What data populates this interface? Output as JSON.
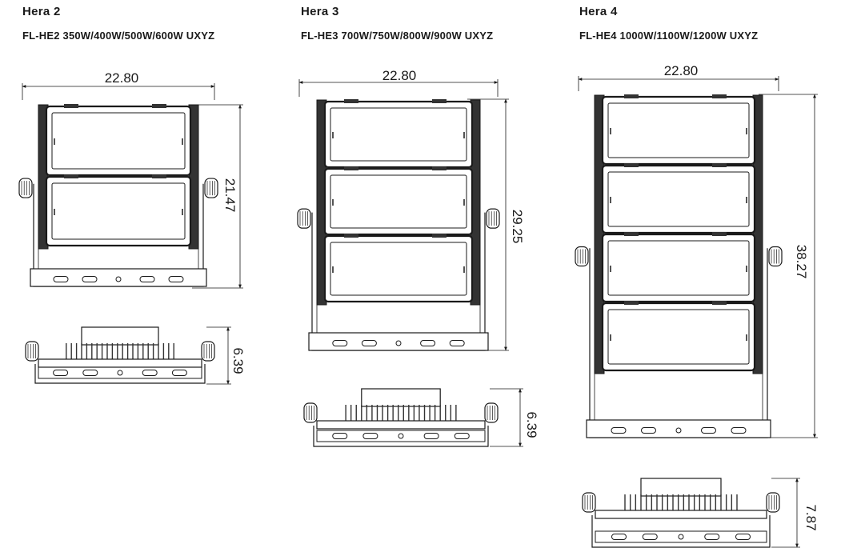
{
  "products": [
    {
      "title": "Hera 2",
      "subtitle": "FL-HE2 350W/400W/500W/600W UXYZ",
      "panels": 2,
      "front_width": "22.80",
      "front_height": "21.47",
      "side_depth": "6.39"
    },
    {
      "title": "Hera 3",
      "subtitle": "FL-HE3 700W/750W/800W/900W UXYZ",
      "panels": 3,
      "front_width": "22.80",
      "front_height": "29.25",
      "side_depth": "6.39"
    },
    {
      "title": "Hera 4",
      "subtitle": "FL-HE4 1000W/1100W/1200W UXYZ",
      "panels": 4,
      "front_width": "22.80",
      "front_height": "38.27",
      "side_depth": "7.87"
    }
  ],
  "colors": {
    "line": "#1a1a1a",
    "fin": "#333333",
    "fill": "#ffffff"
  }
}
